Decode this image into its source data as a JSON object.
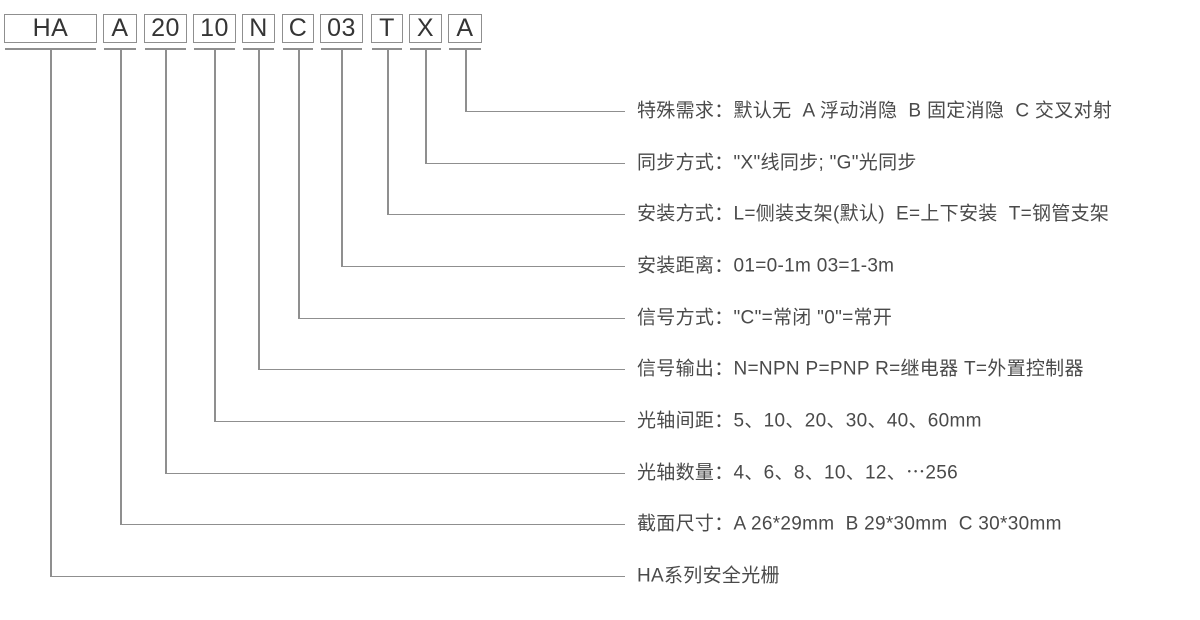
{
  "colors": {
    "background": "#ffffff",
    "line": "#8f8f8f",
    "box_border": "#8f8f8f",
    "code_text": "#353535",
    "label_text": "#4a4a4a"
  },
  "model": {
    "segments": [
      "HA",
      "A",
      "20",
      "10",
      "N",
      "C",
      "03",
      "T",
      "X",
      "A"
    ]
  },
  "legend": {
    "rows": [
      {
        "code": "A",
        "text": "特殊需求：默认无  A 浮动消隐  B 固定消隐  C 交叉对射"
      },
      {
        "code": "X",
        "text": "同步方式：\"X\"线同步; \"G\"光同步"
      },
      {
        "code": "T",
        "text": "安装方式：L=侧装支架(默认)  E=上下安装  T=钢管支架"
      },
      {
        "code": "03",
        "text": "安装距离：01=0-1m 03=1-3m"
      },
      {
        "code": "C",
        "text": "信号方式：\"C\"=常闭 \"0\"=常开"
      },
      {
        "code": "N",
        "text": "信号输出：N=NPN P=PNP R=继电器 T=外置控制器"
      },
      {
        "code": "10",
        "text": "光轴间距：5、10、20、30、40、60mm"
      },
      {
        "code": "20",
        "text": "光轴数量：4、6、8、10、12、⋯256"
      },
      {
        "code": "A",
        "text": "截面尺寸：A 26*29mm  B 29*30mm  C 30*30mm"
      },
      {
        "code": "HA",
        "text": "HA系列安全光栅"
      }
    ]
  }
}
